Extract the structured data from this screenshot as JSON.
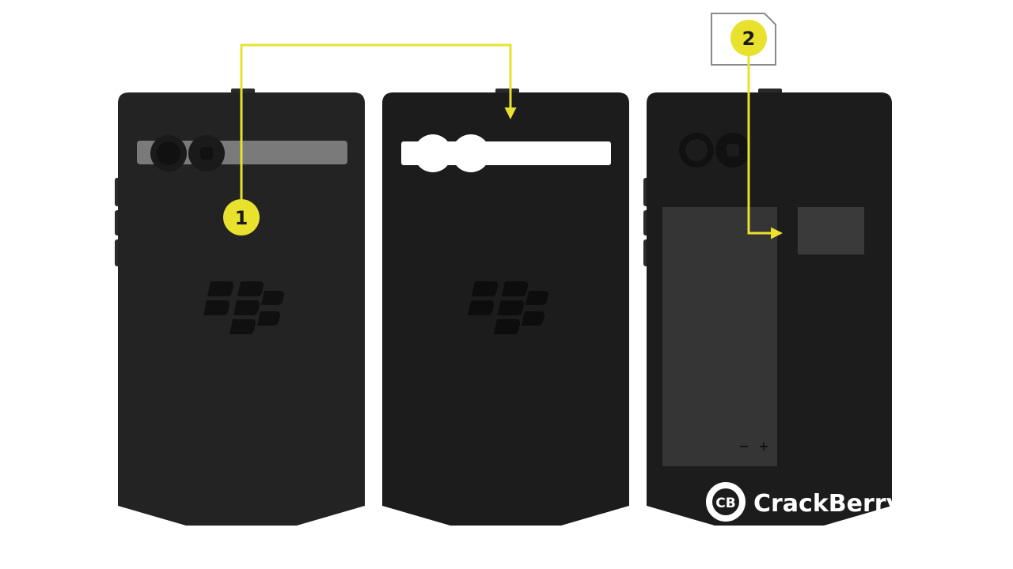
{
  "steps": {
    "step1": "1",
    "step2": "2"
  },
  "battery": {
    "minus": "−",
    "plus": "+"
  },
  "watermark": {
    "icon_letters": "CB",
    "brand": "CrackBerry"
  },
  "colors": {
    "accent": "#e8e22e",
    "device_body": "#232323",
    "device_inner": "#1a1a1a",
    "cover_strip": "#7a7a7a",
    "battery": "#353535",
    "sim_slot": "#3a3a3a",
    "background": "#ffffff"
  }
}
